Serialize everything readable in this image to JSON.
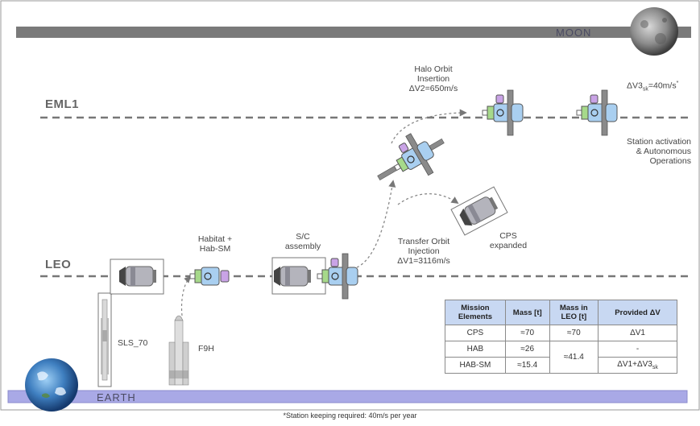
{
  "title_bands": {
    "moon": "MOON",
    "earth": "EARTH"
  },
  "orbits": {
    "eml1": "EML1",
    "leo": "LEO"
  },
  "labels": {
    "halo_line1": "Halo Orbit",
    "halo_line2": "Insertion",
    "halo_line3": "ΔV2=650m/s",
    "dv3": "ΔV3",
    "dv3_sub": "sk",
    "dv3_tail": "=40m/s",
    "dv3_star": "*",
    "station_line1": "Station activation",
    "station_line2": "& Autonomous",
    "station_line3": "Operations",
    "cps_line1": "CPS",
    "cps_line2": "expanded",
    "transfer_line1": "Transfer Orbit",
    "transfer_line2": "Injection",
    "transfer_line3": "ΔV1=3116m/s",
    "sc_line1": "S/C",
    "sc_line2": "assembly",
    "habitat_line1": "Habitat +",
    "habitat_line2": "Hab-SM",
    "sls": "SLS_70",
    "f9h": "F9H"
  },
  "table": {
    "headers": [
      "Mission Elements",
      "Mass [t]",
      "Mass in LEO [t]",
      "Provided ΔV"
    ],
    "rows": [
      {
        "element": "CPS",
        "mass": "≈70",
        "leo": "≈70",
        "dv": "ΔV1"
      },
      {
        "element": "HAB",
        "mass": "≈26",
        "leo": "≈41.4",
        "dv": "-"
      },
      {
        "element": "HAB-SM",
        "mass": "≈15.4",
        "leo": "",
        "dv": "ΔV1+ΔV3",
        "dv_sub": "sk"
      }
    ]
  },
  "footnote": "*Station keeping required: 40m/s per year",
  "colors": {
    "moon_band": "#7a7a7a",
    "earth_band": "#a9a9e6",
    "module_blue": "#a9cff0",
    "module_green": "#a6d98a",
    "module_purple": "#c9a3e6",
    "table_header": "#c8d8f2"
  }
}
